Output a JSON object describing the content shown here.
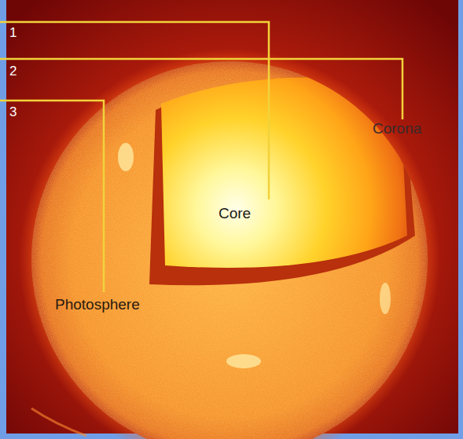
{
  "diagram": {
    "labels": [
      "1",
      "2",
      "3",
      "Corona",
      "Core",
      "Photosphere"
    ]
  }
}
